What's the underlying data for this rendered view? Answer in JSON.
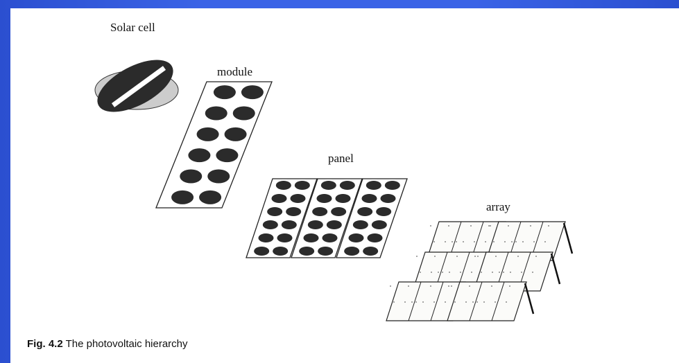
{
  "labels": {
    "solar_cell": "Solar cell",
    "module": "module",
    "panel": "panel",
    "array": "array"
  },
  "caption": {
    "figure_number": "Fig. 4.2",
    "text": "The photovoltaic hierarchy"
  },
  "colors": {
    "background": "#3a63e6",
    "sheet": "#ffffff",
    "ink": "#222222"
  }
}
